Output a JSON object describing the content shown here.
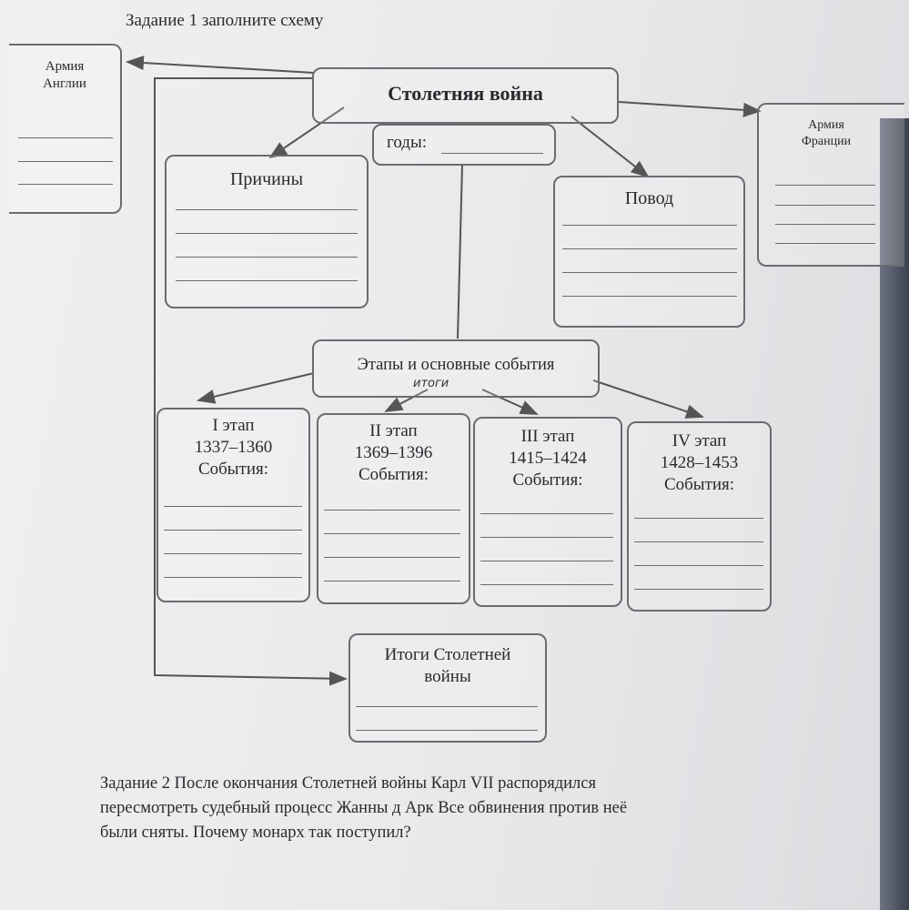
{
  "task1": "Задание 1 заполните схему",
  "boxes": {
    "title": "Столетняя война",
    "years": "годы:",
    "england": {
      "line1": "Армия",
      "line2": "Англии"
    },
    "france": {
      "line1": "Армия",
      "line2": "Франции"
    },
    "causes": "Причины",
    "pretext": "Повод",
    "stages": "Этапы и основные события",
    "handwritten": "итоги",
    "results": {
      "line1": "Итоги Столетней",
      "line2": "войны"
    }
  },
  "stages": [
    {
      "name": "I этап",
      "years": "1337–1360",
      "events": "События:"
    },
    {
      "name": "II этап",
      "years": "1369–1396",
      "events": "События:"
    },
    {
      "name": "III этап",
      "years": "1415–1424",
      "events": "События:"
    },
    {
      "name": "IV этап",
      "years": "1428–1453",
      "events": "События:"
    }
  ],
  "task2": [
    "Задание 2 После окончания Столетней войны Карл VII распорядился",
    "пересмотреть судебный процесс Жанны д Арк Все обвинения против неё",
    "были сняты. Почему монарх так поступил?"
  ]
}
